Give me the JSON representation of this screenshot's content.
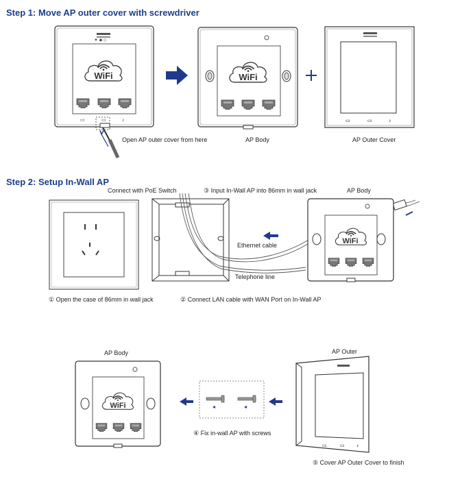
{
  "step1": {
    "title": "Step 1: Move AP outer cover with screwdriver",
    "caption_open": "Open AP outer cover from here",
    "caption_body": "AP Body",
    "caption_cover": "AP Outer Cover"
  },
  "step2": {
    "title": "Step 2: Setup In-Wall AP",
    "label_poe": "Connect with PoE Switch",
    "label_input": "③ Input In-Wall AP into 86mm in wall jack",
    "label_body": "AP Body",
    "label_ethernet": "Ethernet cable",
    "label_telephone": "Telephone line",
    "caption_1": "① Open the case of 86mm in wall jack",
    "caption_2": "② Connect LAN cable with WAN Port on In-Wall AP"
  },
  "step3": {
    "label_body": "AP Body",
    "label_outer": "AP Outer",
    "caption_4": "④ Fix in-wall AP with screws",
    "caption_5": "⑤ Cover AP Outer Cover to finish"
  },
  "device": {
    "logo_text": "WiFi"
  },
  "colors": {
    "title": "#1a3e8c",
    "arrow": "#1f3a8a",
    "line": "#333333"
  }
}
